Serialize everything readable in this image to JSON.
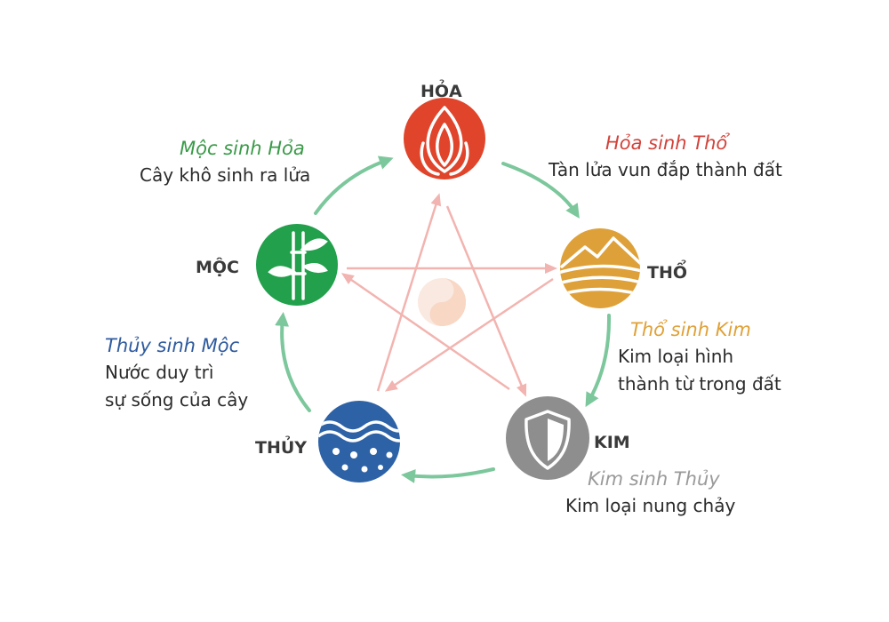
{
  "elements": {
    "hoa": {
      "label": "HỎA",
      "color": "#e0452c",
      "icon": "flame-icon"
    },
    "tho": {
      "label": "THỔ",
      "color": "#dea139",
      "icon": "mountain-icon"
    },
    "kim": {
      "label": "KIM",
      "color": "#8e8e8e",
      "icon": "shield-icon"
    },
    "thuy": {
      "label": "THỦY",
      "color": "#2e62a6",
      "icon": "water-wave-icon"
    },
    "moc": {
      "label": "MỘC",
      "color": "#22a04c",
      "icon": "bamboo-icon"
    }
  },
  "center": {
    "icon": "yin-yang-icon"
  },
  "colors": {
    "generating_arrow": "#7cc79c",
    "controlling_arrow": "#f2b4b0"
  },
  "relations": {
    "moc_hoa": {
      "title": "Mộc sinh Hỏa",
      "title_color": "#3a9a48",
      "desc": [
        "Cây khô sinh ra lửa"
      ]
    },
    "hoa_tho": {
      "title": "Hỏa sinh Thổ",
      "title_color": "#d2433b",
      "desc": [
        "Tàn lửa vun đắp thành đất"
      ]
    },
    "tho_kim": {
      "title": "Thổ sinh Kim",
      "title_color": "#e0a137",
      "desc": [
        "Kim loại hình",
        "thành từ trong đất"
      ]
    },
    "kim_thuy": {
      "title": "Kim sinh Thủy",
      "title_color": "#9a9a9a",
      "desc": [
        "Kim loại nung chảy"
      ]
    },
    "thuy_moc": {
      "title": "Thủy sinh Mộc",
      "title_color": "#2e5a9e",
      "desc": [
        "Nước duy trì",
        "sự sống của cây"
      ]
    }
  }
}
